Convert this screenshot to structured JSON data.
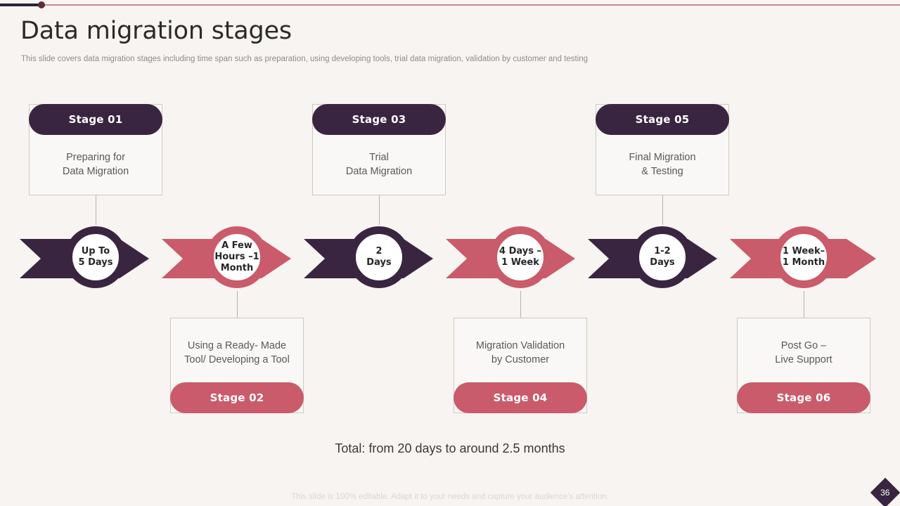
{
  "header": {
    "title": "Data migration stages",
    "subtitle": "This slide covers data migration stages including time span such as preparation, using developing tools, trial data migration, validation by customer and testing"
  },
  "colors": {
    "dark": "#3a2540",
    "red": "#ca5b6a",
    "background": "#f7f4f1",
    "card_border": "#cfc9c4",
    "body_text": "#595959"
  },
  "stages": [
    {
      "badge": "Stage 01",
      "description": "Preparing for\nData Migration",
      "duration": "Up To\n5 Days",
      "position": "top",
      "theme": "dark"
    },
    {
      "badge": "Stage 02",
      "description": "Using a Ready- Made\nTool/ Developing a Tool",
      "duration": "A Few\nHours –1\nMonth",
      "position": "bottom",
      "theme": "red"
    },
    {
      "badge": "Stage 03",
      "description": "Trial\nData Migration",
      "duration": "2\nDays",
      "position": "top",
      "theme": "dark"
    },
    {
      "badge": "Stage 04",
      "description": "Migration Validation\nby Customer",
      "duration": "4 Days –\n1 Week",
      "position": "bottom",
      "theme": "red"
    },
    {
      "badge": "Stage 05",
      "description": "Final Migration\n& Testing",
      "duration": "1-2\nDays",
      "position": "top",
      "theme": "dark"
    },
    {
      "badge": "Stage 06",
      "description": "Post Go –\nLive Support",
      "duration": "1 Week–\n1 Month",
      "position": "bottom",
      "theme": "red"
    }
  ],
  "summary": {
    "total_label": "Total: from 20 days to around 2.5 months"
  },
  "footer": {
    "note": "This slide is 100% editable. Adapt it to your needs and capture your audience's attention.",
    "page_number": "36"
  }
}
